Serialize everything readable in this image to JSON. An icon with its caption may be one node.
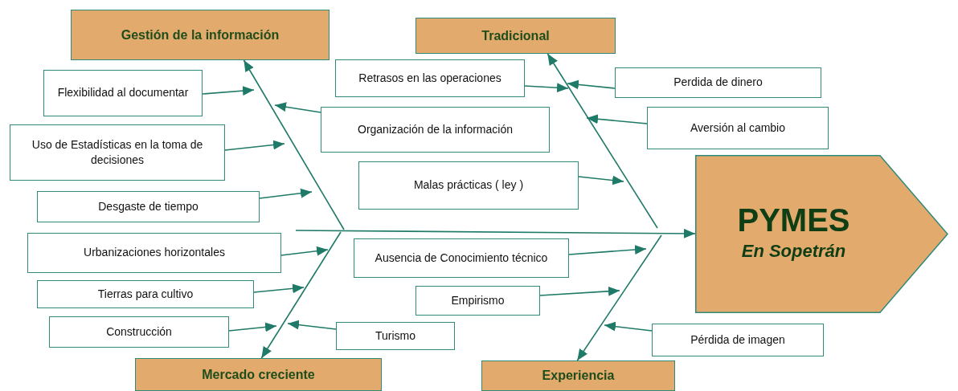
{
  "diagram": {
    "nodes": [
      {
        "text": [
          "Gestión de la información"
        ]
      },
      {
        "text": [
          "Tradicional"
        ]
      },
      {
        "text": [
          "Mercado creciente"
        ]
      },
      {
        "text": [
          "Experiencia"
        ]
      },
      {
        "text": [
          "PYMES",
          "En Sopetrán"
        ]
      },
      {
        "text": [
          "Flexibilidad al documentar"
        ]
      },
      {
        "text": [
          "Uso de Estadísticas en la toma de decisiones"
        ]
      },
      {
        "text": [
          "Desgaste de tiempo"
        ]
      },
      {
        "text": [
          "Urbanizaciones horizontales"
        ]
      },
      {
        "text": [
          "Tierras para cultivo"
        ]
      },
      {
        "text": [
          "Construcción"
        ]
      },
      {
        "text": [
          "Retrasos en las operaciones"
        ]
      },
      {
        "text": [
          "Organización de la información"
        ]
      },
      {
        "text": [
          "Malas prácticas ( ley )"
        ]
      },
      {
        "text": [
          "Ausencia de Conocimiento técnico"
        ]
      },
      {
        "text": [
          "Empirismo"
        ]
      },
      {
        "text": [
          "Turismo"
        ]
      },
      {
        "text": [
          "Perdida de dinero"
        ]
      },
      {
        "text": [
          "Aversión al cambio"
        ]
      },
      {
        "text": [
          "Pérdida de imagen"
        ]
      }
    ],
    "edges": [
      {
        "from": null,
        "to": 4,
        "arrow": "to"
      },
      {
        "from": null,
        "to": 0,
        "arrow": "to"
      },
      {
        "from": null,
        "to": 1,
        "arrow": "to"
      },
      {
        "from": null,
        "to": 2,
        "arrow": "to"
      },
      {
        "from": null,
        "to": 3,
        "arrow": "to"
      },
      {
        "from": 5,
        "to": null,
        "arrow": "to"
      },
      {
        "from": 6,
        "to": null,
        "arrow": "to"
      },
      {
        "from": 7,
        "to": null,
        "arrow": "to"
      },
      {
        "from": 8,
        "to": null,
        "arrow": "to"
      },
      {
        "from": 9,
        "to": null,
        "arrow": "to"
      },
      {
        "from": 10,
        "to": null,
        "arrow": "to"
      },
      {
        "from": 11,
        "to": null,
        "arrow": "to"
      },
      {
        "from": 12,
        "to": null,
        "arrow": "to"
      },
      {
        "from": 13,
        "to": null,
        "arrow": "to"
      },
      {
        "from": 14,
        "to": null,
        "arrow": "to"
      },
      {
        "from": 15,
        "to": null,
        "arrow": "to"
      },
      {
        "from": 16,
        "to": null,
        "arrow": "to"
      },
      {
        "from": 17,
        "to": null,
        "arrow": "to"
      },
      {
        "from": 18,
        "to": null,
        "arrow": "to"
      },
      {
        "from": 19,
        "to": null,
        "arrow": "to"
      }
    ]
  }
}
